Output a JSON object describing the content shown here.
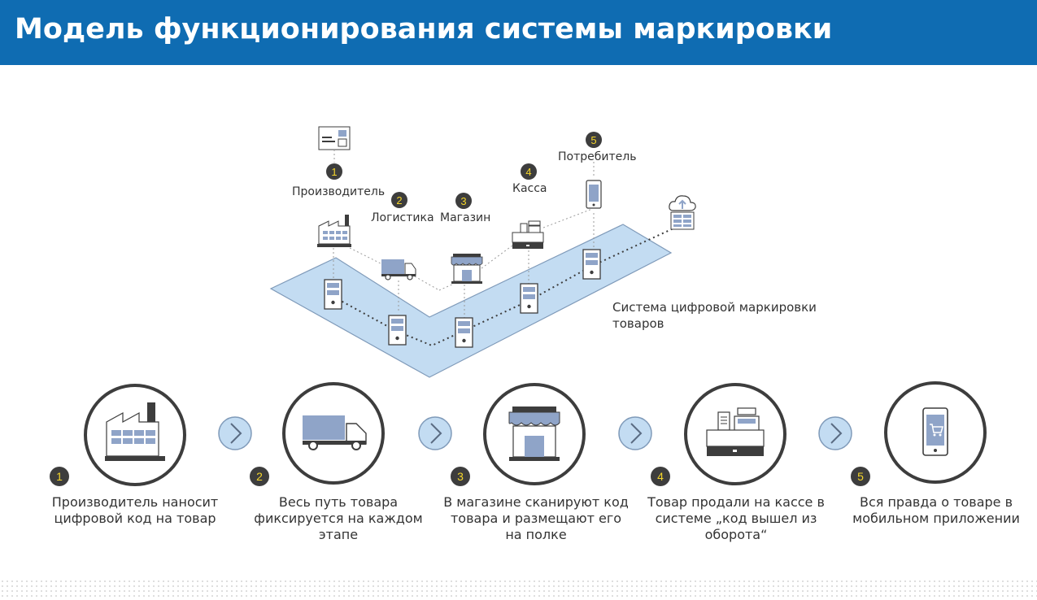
{
  "title": "Модель функционирования системы маркировки",
  "top_labels": {
    "producer": "Производитель",
    "logistics": "Логистика",
    "store": "Магазин",
    "cashier": "Касса",
    "consumer": "Потребитель"
  },
  "top_numbers": [
    "1",
    "2",
    "3",
    "4",
    "5"
  ],
  "system_label": "Система цифровой маркировки товаров",
  "steps": [
    {
      "number": "1",
      "text": "Производитель наносит цифровой код на товар"
    },
    {
      "number": "2",
      "text": "Весь путь товара фиксируется на каждом этапе"
    },
    {
      "number": "3",
      "text": "В магазине сканируют код товара и размещают его на полке"
    },
    {
      "number": "4",
      "text": "Товар продали на кассе в системе „код вышел из оборота“"
    },
    {
      "number": "5",
      "text": "Вся правда о товаре в мобильном приложении"
    }
  ],
  "colors": {
    "header": "#0f6cb2",
    "band": "#c3dcf2",
    "icon_fill": "#8fa4c8",
    "dark": "#3d3d3d",
    "badge_text": "#f4d52a"
  }
}
